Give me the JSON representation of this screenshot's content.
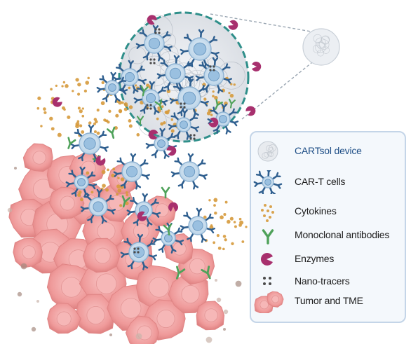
{
  "colors": {
    "cart_cell_body": "#cfe2f0",
    "cart_cell_nucleus": "#9ac0e0",
    "car_receptor": "#2f5f8f",
    "cytokine": "#d69a3c",
    "antibody": "#4fa25a",
    "enzyme": "#a8306e",
    "nano_tracer": "#4a4a4a",
    "tumor": "#f3a3a3",
    "device_shell": "#e6e9ee",
    "device_border": "#2f8f8a",
    "legend_border": "#c4d5e8"
  },
  "legend": {
    "items": [
      {
        "icon": "cartsol-device-icon",
        "label": "CARTsol device",
        "accent": true
      },
      {
        "icon": "car-t-cell-icon",
        "label": "CAR-T cells",
        "accent": false
      },
      {
        "icon": "cytokine-icon",
        "label": "Cytokines",
        "accent": false
      },
      {
        "icon": "antibody-icon",
        "label": "Monoclonal antibodies",
        "accent": false
      },
      {
        "icon": "enzyme-icon",
        "label": "Enzymes",
        "accent": false
      },
      {
        "icon": "nano-tracer-icon",
        "label": "Nano-tracers",
        "accent": false
      },
      {
        "icon": "tumor-icon",
        "label": "Tumor and TME",
        "accent": false
      }
    ]
  }
}
